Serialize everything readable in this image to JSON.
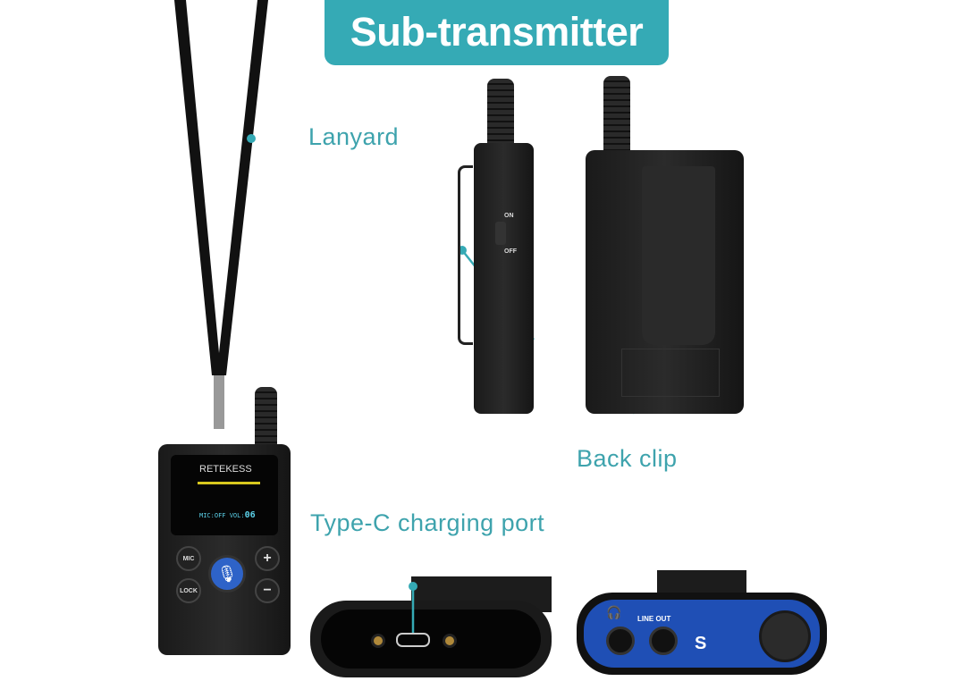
{
  "title": "Sub-transmitter",
  "labels": {
    "lanyard": "Lanyard",
    "back_clip": "Back clip",
    "type_c": "Type-C charging port"
  },
  "device": {
    "brand": "RETEKESS",
    "screen_status": "MIC:OFF VOL:",
    "volume": "06",
    "buttons": {
      "mic": "MIC",
      "lock": "LOCK",
      "plus": "+",
      "minus": "−"
    },
    "switch_on": "ON",
    "switch_off": "OFF"
  },
  "bottom_panel": {
    "line_out": "LINE OUT",
    "letter": "S"
  },
  "colors": {
    "accent": "#35aab5",
    "label": "#3ea3ad",
    "panel_blue": "#1f4fb5"
  }
}
